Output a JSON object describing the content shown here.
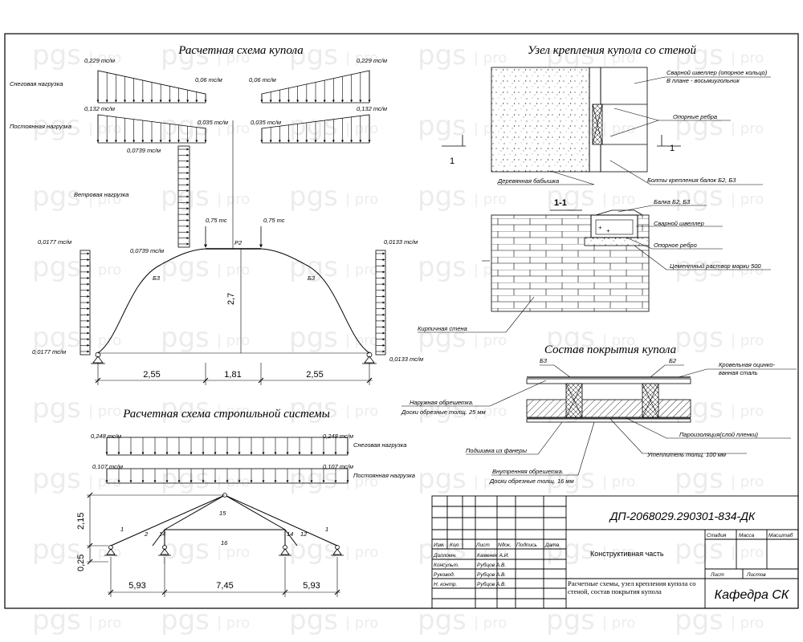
{
  "watermark": {
    "brand": "pgs",
    "suffix": "pro"
  },
  "dome": {
    "title": "Расчетная схема купола",
    "snow_label": "Снеговая нагрузка",
    "snow_max": "0,229 тс/м",
    "snow_min": "0,06 тс/м",
    "perm_label": "Постоянная нагрузка",
    "perm_max": "0,132 тс/м",
    "perm_min": "0,035 тс/м",
    "wind_label": "Ветровая нагрузка",
    "wind_top": "0,0739 тс/м",
    "wind_side_left": "0,0177 тс/м",
    "wind_side_right": "0,0133 тс/м",
    "point_load": "0,75 тс",
    "ring_label": "Р2",
    "arch_label": "Б3",
    "height": "2,7",
    "dims": [
      "2,55",
      "1,81",
      "2,55"
    ]
  },
  "rafter": {
    "title": "Расчетная схема стропильной системы",
    "snow_value": "0,248 тс/м",
    "snow_label": "Снеговая нагрузка",
    "perm_value": "0,107 тс/м",
    "perm_label": "Постоянная нагрузка",
    "members": [
      "1",
      "2",
      "14",
      "15",
      "16",
      "14",
      "12",
      "1"
    ],
    "heights": [
      "2,15",
      "0,25"
    ],
    "dims": [
      "5,93",
      "7,45",
      "5,93"
    ]
  },
  "node": {
    "title": "Узел крепления купола со стеной",
    "channel_label": "Сварной швеллер (опорное кольцо)",
    "channel_label2": "В плане - восьмиугольник",
    "ribs_label": "Опорные ребра",
    "sill_label": "Деревянная бабышка",
    "bolts_label": "Болты крепления балок Б2, Б3",
    "section_mark": "1",
    "section_title": "1-1",
    "beam_label": "Балка Б2, Б3",
    "weld_channel": "Сварной швеллер",
    "rib_label": "Опорное ребро",
    "mortar_label": "Цементный раствор марки 500",
    "wall_label": "Кирпичная стена"
  },
  "roof": {
    "title": "Состав покрытия купола",
    "b3": "Б3",
    "b2": "Б2",
    "steel": "Кровельная оцинко-",
    "steel2": "ванная сталь",
    "lathing_out": "Наружная обрешетка.",
    "lathing_out2": "Доски обрезные толщ. 25 мм",
    "vapor": "Пароизоляция(слой пленки)",
    "plywood": "Подшивка из фанеры",
    "insulation": "Утеплитель толщ. 100 мм",
    "lathing_in": "Внутренняя обрешетка.",
    "lathing_in2": "Доски обрезные толщ. 16 мм"
  },
  "titleblock": {
    "code": "ДП-2068029.290301-834-ДК",
    "headers": [
      "Изм.",
      "Кол.",
      "Лист",
      "Nдок.",
      "Подпись",
      "Дата"
    ],
    "roles": [
      "Дипломн.",
      "Консульт.",
      "Руковод.",
      "Н. контр."
    ],
    "names": [
      "Каменек А.И.",
      "Рубцов А.В.",
      "Рубцов А.В.",
      "Рубцов А.В."
    ],
    "section": "Конструктивная часть",
    "stage": "Стадия",
    "mass": "Масса",
    "scale": "Масштаб",
    "sheet": "Лист",
    "sheets": "Листов",
    "description": "Расчетные схемы, узел крепления купола со стеной, состав покрытия купола",
    "department": "Кафедра СК"
  }
}
